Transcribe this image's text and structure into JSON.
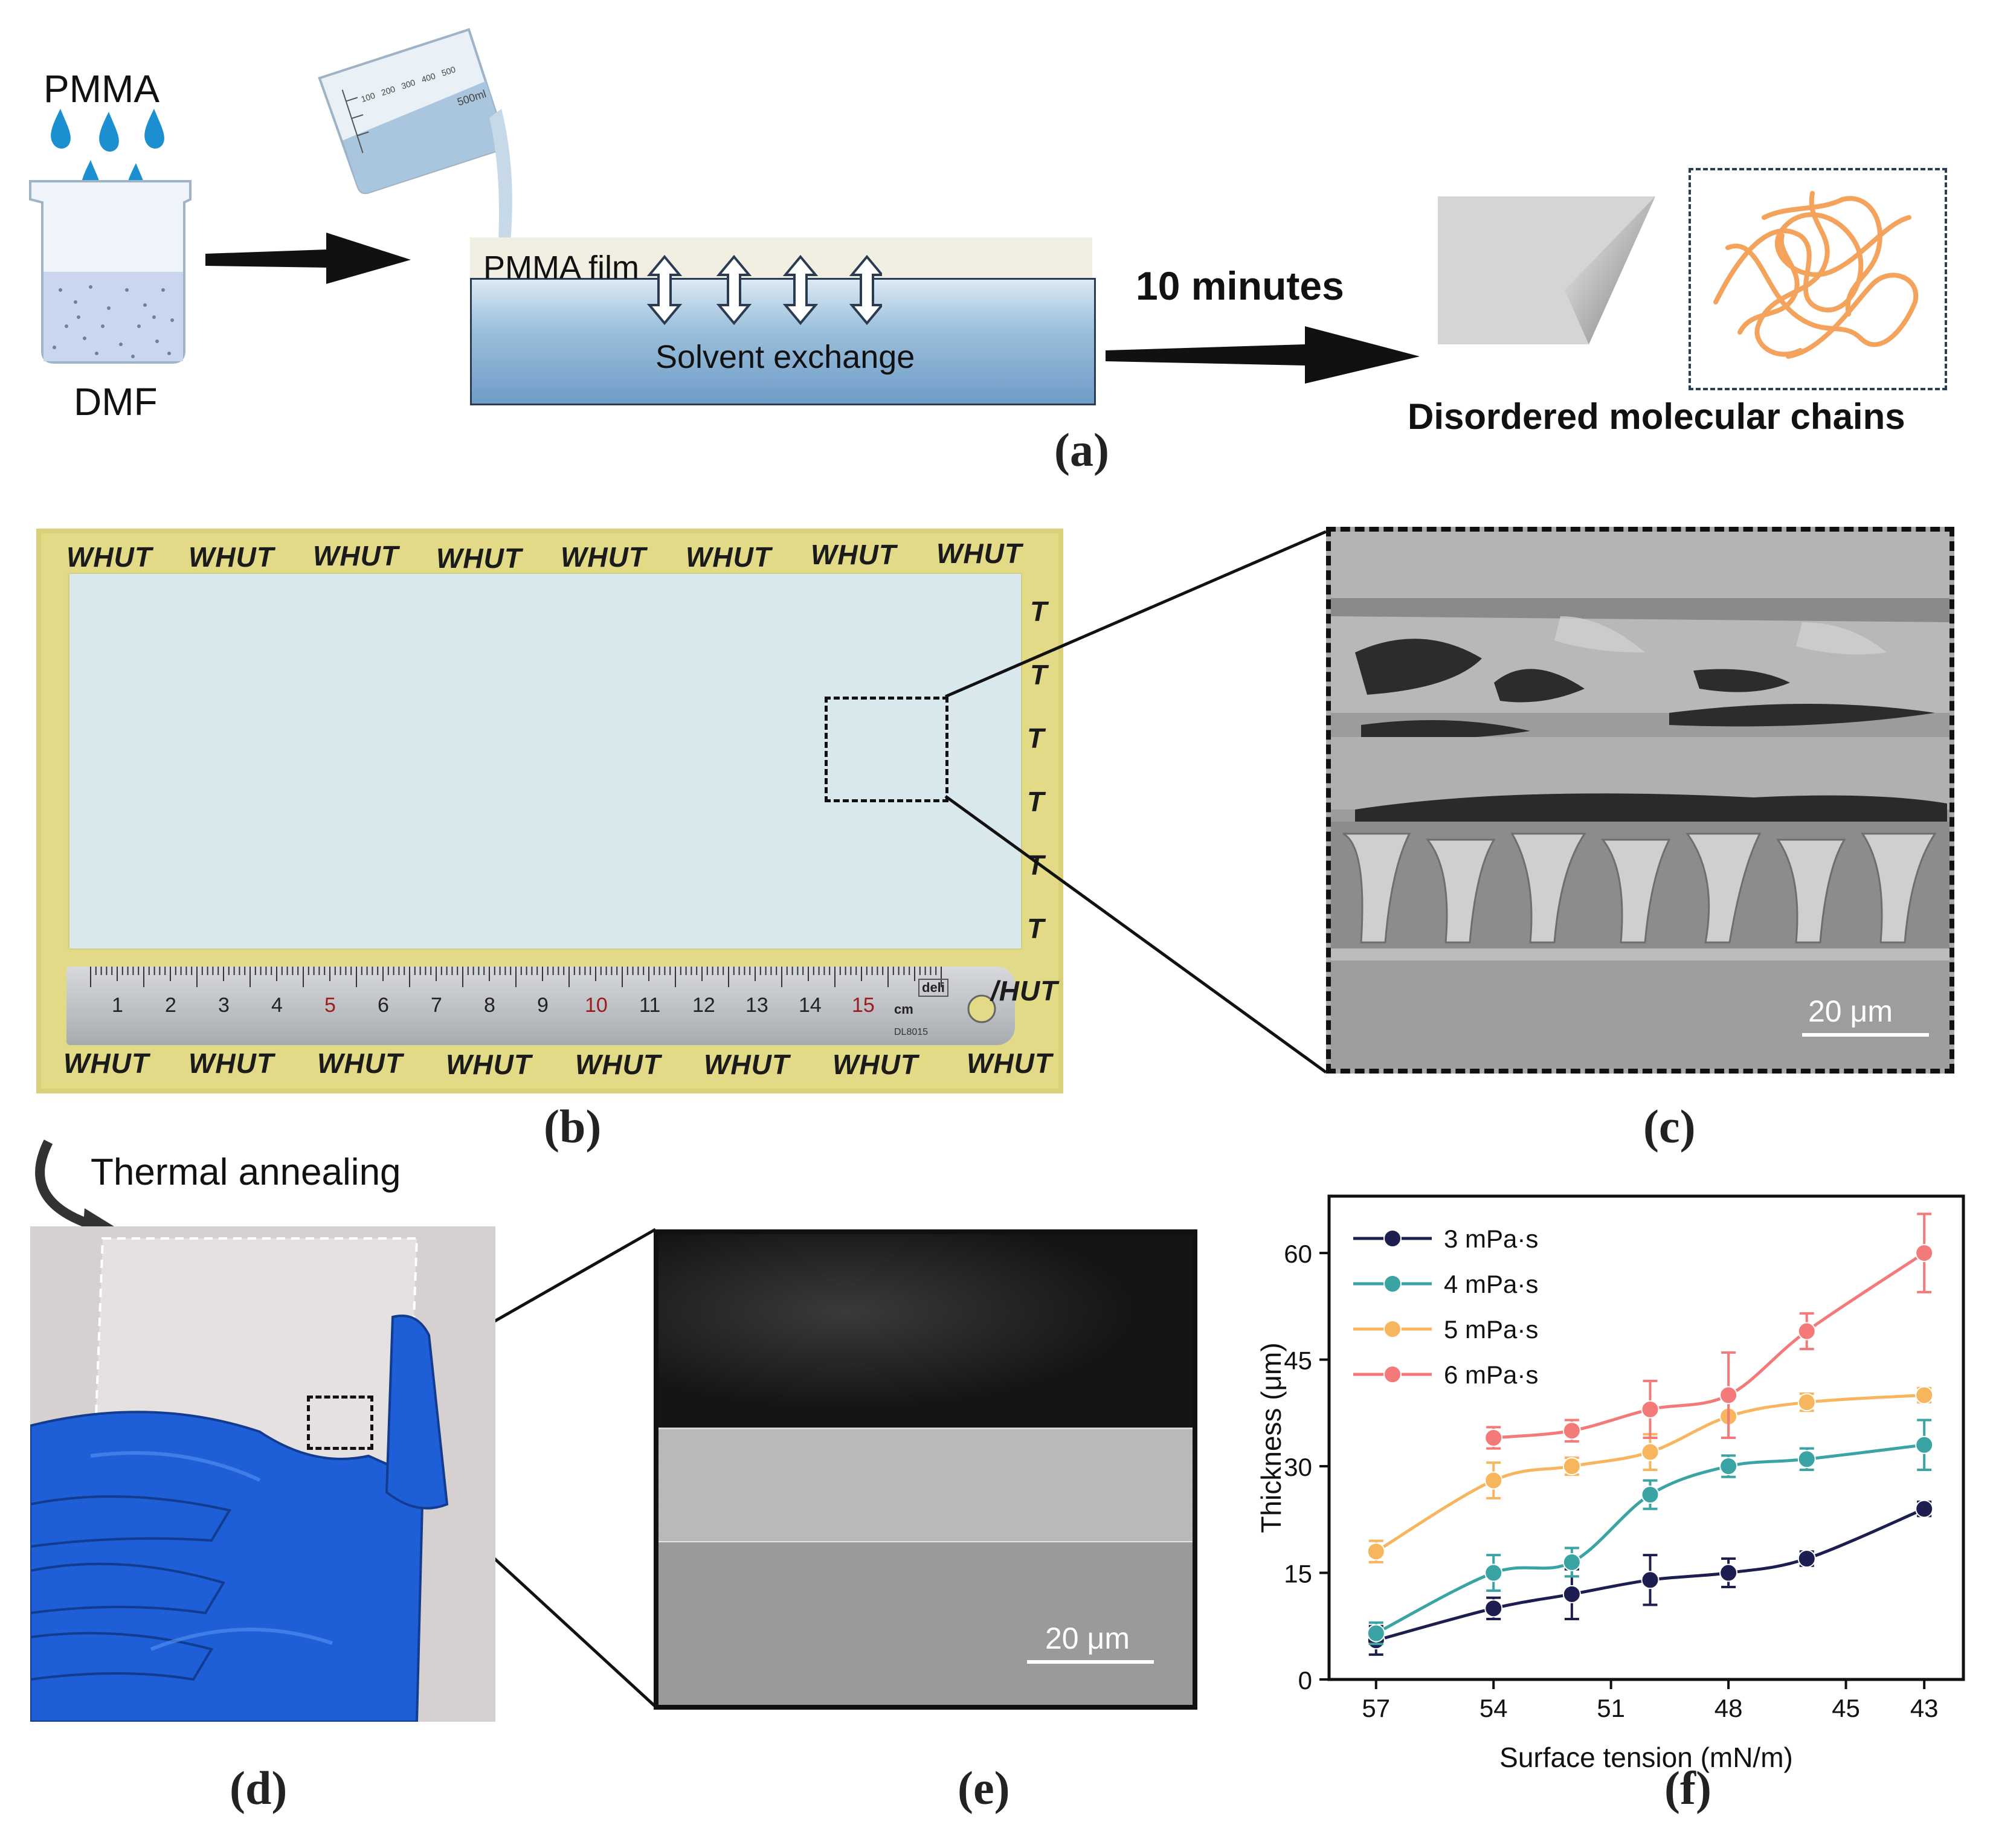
{
  "panel_a": {
    "pmma_label": "PMMA",
    "dmf_label": "DMF",
    "beaker_marks": [
      "100",
      "200",
      "300",
      "400",
      "500",
      "500ml"
    ],
    "film_label": "PMMA film",
    "exchange_label": "Solvent exchange",
    "time_label": "10 minutes",
    "result_label": "Disordered molecular chains",
    "caption": "(a)"
  },
  "panel_b": {
    "whut_text": "WHUT",
    "ruler_numbers": [
      "1",
      "2",
      "3",
      "4",
      "5",
      "6",
      "7",
      "8",
      "9",
      "10",
      "11",
      "12",
      "13",
      "14",
      "15"
    ],
    "ruler_unit": "cm",
    "ruler_brand": "deli",
    "ruler_code": "DL8015",
    "caption": "(b)"
  },
  "panel_c": {
    "scale_label": "20 μm",
    "caption": "(c)"
  },
  "panel_d": {
    "annealing_label": "Thermal annealing",
    "caption": "(d)"
  },
  "panel_e": {
    "scale_label": "20 μm",
    "caption": "(e)"
  },
  "panel_f": {
    "caption": "(f)"
  },
  "chart_data": {
    "type": "line",
    "xlabel": "Surface tension (mN/m)",
    "ylabel": "Thickness (μm)",
    "x": [
      57,
      54,
      52,
      50,
      48,
      46,
      43
    ],
    "xticks": [
      57,
      54,
      51,
      48,
      45,
      43
    ],
    "xlim": [
      58.2,
      42.0
    ],
    "yticks": [
      0,
      15,
      30,
      45,
      60
    ],
    "ylim": [
      0,
      68
    ],
    "legend_position": "top-left",
    "series": [
      {
        "name": "3 mPa·s",
        "color": "#1d1d4f",
        "values": [
          5.5,
          10,
          12,
          14,
          15,
          17,
          24
        ],
        "errors": [
          2,
          1.5,
          3.5,
          3.5,
          2,
          1,
          1
        ]
      },
      {
        "name": "4 mPa·s",
        "color": "#3aa3a3",
        "values": [
          6.5,
          15,
          16.5,
          26,
          30,
          31,
          33
        ],
        "errors": [
          1.5,
          2.5,
          2,
          2,
          1.5,
          1.5,
          3.5
        ]
      },
      {
        "name": "5 mPa·s",
        "color": "#f7b55e",
        "values": [
          18,
          28,
          30,
          32,
          37,
          39,
          40
        ],
        "errors": [
          1.5,
          2.5,
          1.2,
          2.5,
          3,
          1.2,
          1
        ]
      },
      {
        "name": "6 mPa·s",
        "color": "#f47a7a",
        "values": [
          null,
          34,
          35,
          38,
          40,
          49,
          60
        ],
        "errors": [
          null,
          1.5,
          1.5,
          4,
          6,
          2.5,
          5.5
        ]
      }
    ]
  }
}
